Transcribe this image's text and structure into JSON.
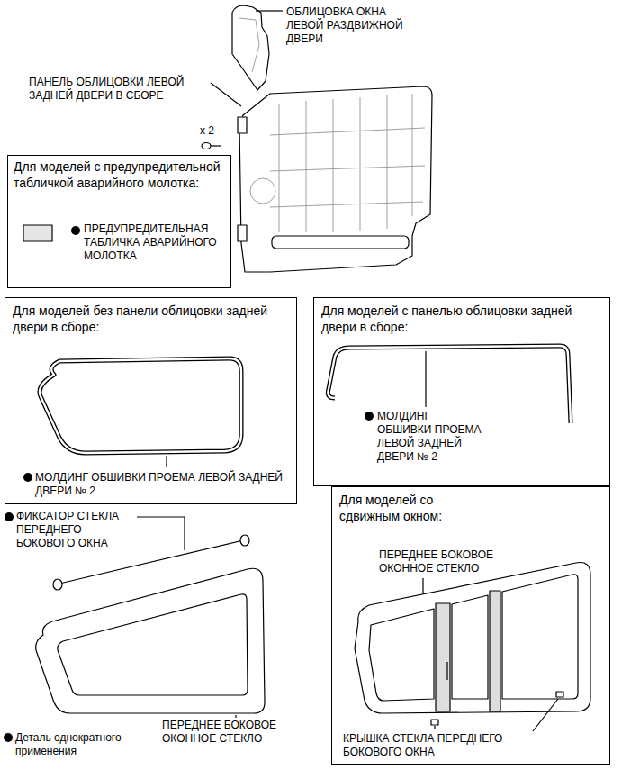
{
  "diagram": {
    "nodes": [
      {
        "text": [
          "Для моделей с предупредительной табличкой аварийного молотка:",
          "ПРЕДУПРЕДИТЕЛЬНАЯ ТАБЛИЧКА АВАРИЙНОГО МОЛОТКА"
        ]
      },
      {
        "text": [
          "Для моделей без панели облицовки задней двери в сборе:",
          "МОЛДИНГ ОБШИВКИ ПРОЕМА ЛЕВОЙ ЗАДНЕЙ ДВЕРИ № 2"
        ]
      },
      {
        "text": [
          "Для моделей с панелью облицовки задней двери в сборе:",
          "МОЛДИНГ ОБШИВКИ ПРОЕМА ЛЕВОЙ ЗАДНЕЙ ДВЕРИ № 2"
        ]
      },
      {
        "text": [
          "Для моделей со сдвижным окном:",
          "ПЕРЕДНЕЕ БОКОВОЕ ОКОННОЕ СТЕКЛО",
          "КРЫШКА СТЕКЛА ПЕРЕДНЕГО БОКОВОГО ОКНА"
        ]
      }
    ],
    "labels": [
      "ОБЛИЦОВКА ОКНА ЛЕВОЙ РАЗДВИЖНОЙ ДВЕРИ",
      "ПАНЕЛЬ ОБЛИЦОВКИ ЛЕВОЙ ЗАДНЕЙ ДВЕРИ В СБОРЕ",
      "x 2",
      "ФИКСАТОР СТЕКЛА ПЕРЕДНЕГО БОКОВОГО ОКНА",
      "ПЕРЕДНЕЕ БОКОВОЕ ОКОННОЕ СТЕКЛО"
    ],
    "legend": [
      {
        "text": "Деталь однократного применения"
      }
    ]
  }
}
